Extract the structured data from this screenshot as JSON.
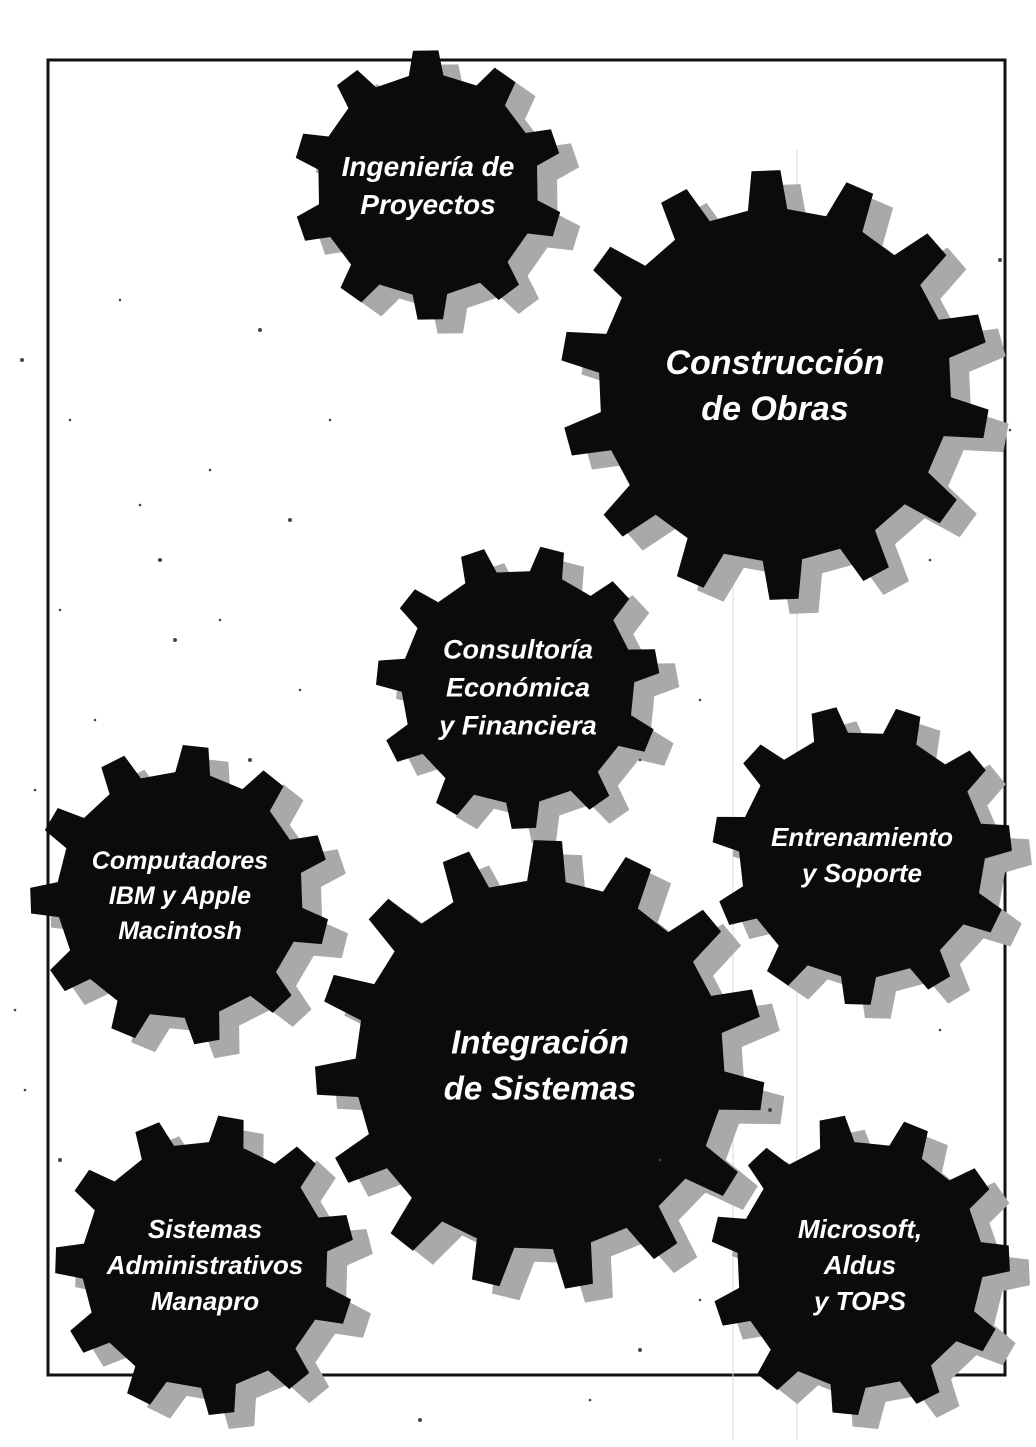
{
  "gears": [
    {
      "id": "ingenieria",
      "lines": [
        "Ingeniería de",
        "Proyectos"
      ]
    },
    {
      "id": "construccion",
      "lines": [
        "Construcción",
        "de Obras"
      ]
    },
    {
      "id": "consultoria",
      "lines": [
        "Consultoría",
        "Económica",
        "y Financiera"
      ]
    },
    {
      "id": "computadores",
      "lines": [
        "Computadores",
        "IBM y Apple",
        "Macintosh"
      ]
    },
    {
      "id": "entrenamiento",
      "lines": [
        "Entrenamiento",
        "y Soporte"
      ]
    },
    {
      "id": "integracion",
      "lines": [
        "Integración",
        "de Sistemas"
      ]
    },
    {
      "id": "sistemas",
      "lines": [
        "Sistemas",
        "Administrativos",
        "Manapro"
      ]
    },
    {
      "id": "microsoft",
      "lines": [
        "Microsoft,",
        "Aldus",
        "y TOPS"
      ]
    }
  ],
  "colors": {
    "gear": "#0b0b0b",
    "shadow": "#a9a9a9",
    "text": "#ffffff",
    "frame": "#111111",
    "background": "#ffffff"
  }
}
